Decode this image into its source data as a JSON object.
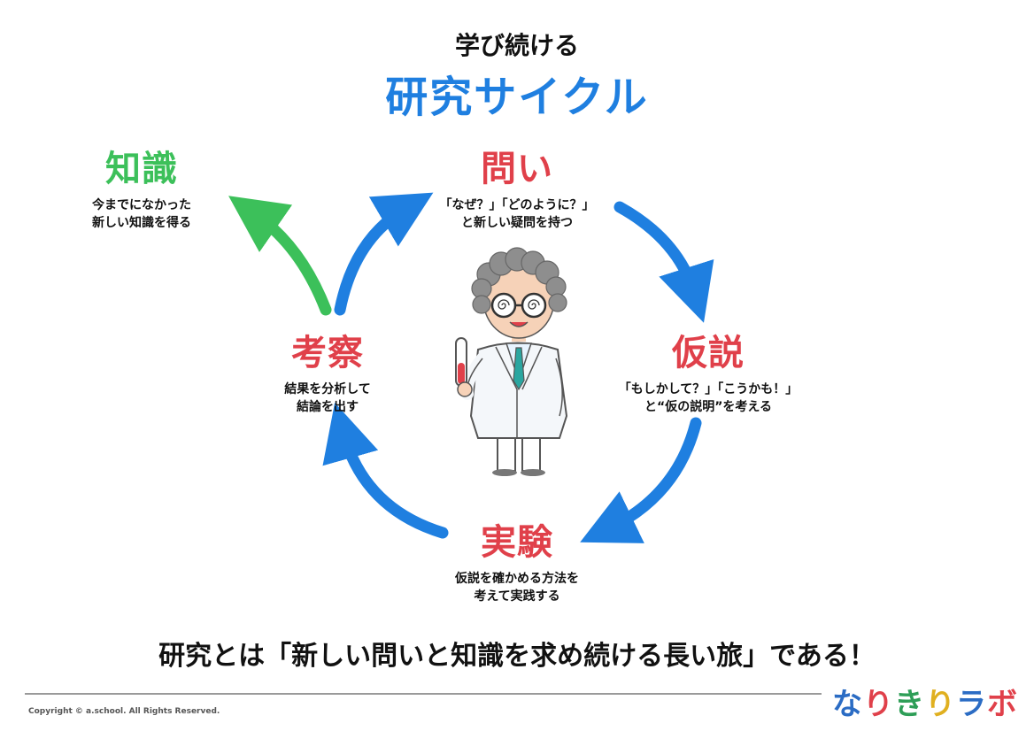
{
  "header": {
    "subtitle": "学び続ける",
    "title": "研究サイクル"
  },
  "nodes": {
    "question": {
      "title": "問い",
      "desc_line1": "「なぜ？」「どのように？」",
      "desc_line2": "と新しい疑問を持つ"
    },
    "hypothesis": {
      "title": "仮説",
      "desc_line1": "「もしかして？」「こうかも！」",
      "desc_line2": "と“仮の説明”を考える"
    },
    "experiment": {
      "title": "実験",
      "desc_line1": "仮説を確かめる方法を",
      "desc_line2": "考えて実践する"
    },
    "analysis": {
      "title": "考察",
      "desc_line1": "結果を分析して",
      "desc_line2": "結論を出す"
    },
    "knowledge": {
      "title": "知識",
      "desc_line1": "今までになかった",
      "desc_line2": "新しい知識を得る"
    }
  },
  "conclusion": "研究とは「新しい問いと知識を求め続ける長い旅」である！",
  "footer": {
    "copyright": "Copyright © a.school. All Rights Reserved.",
    "logo_chars": [
      "な",
      "り",
      "き",
      "り",
      "ラ",
      "ボ"
    ]
  },
  "colors": {
    "title_blue": "#1f7fe0",
    "arrow_blue": "#1f7fe0",
    "node_red": "#e0404a",
    "node_green": "#3cc05a",
    "logo": [
      "#2b6cc4",
      "#e0404a",
      "#2e9e57",
      "#e0b020",
      "#2b6cc4",
      "#e0404a"
    ]
  },
  "illustration": {
    "icon": "scientist-icon"
  }
}
